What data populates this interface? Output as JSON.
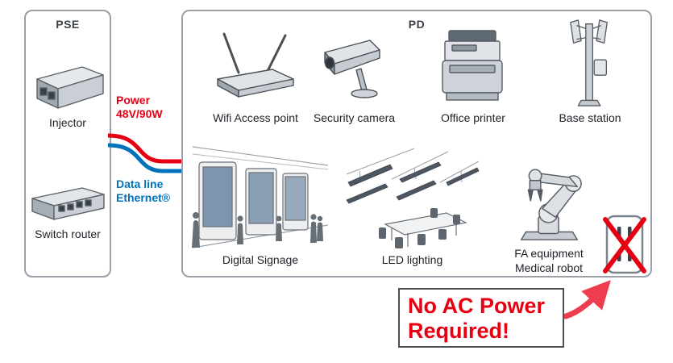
{
  "pse": {
    "title": "PSE",
    "injector_label": "Injector",
    "switch_label": "Switch router"
  },
  "link": {
    "power_line1": "Power",
    "power_line2": "48V/90W",
    "data_line1": "Data line",
    "data_line2": "Ethernet®"
  },
  "pd": {
    "title": "PD",
    "wifi_label": "Wifi Access point",
    "camera_label": "Security camera",
    "printer_label": "Office printer",
    "base_label": "Base station",
    "signage_label": "Digital Signage",
    "led_label": "LED lighting",
    "fa_line1": "FA equipment",
    "fa_line2": "Medical robot"
  },
  "callout": {
    "line1": "No AC Power",
    "line2": "Required!"
  },
  "colors": {
    "power_red": "#e60012",
    "data_blue": "#0072bc",
    "callout_red": "#e60012",
    "arrow_red": "#ee3d4e",
    "panel_border": "#9aa0a6"
  }
}
